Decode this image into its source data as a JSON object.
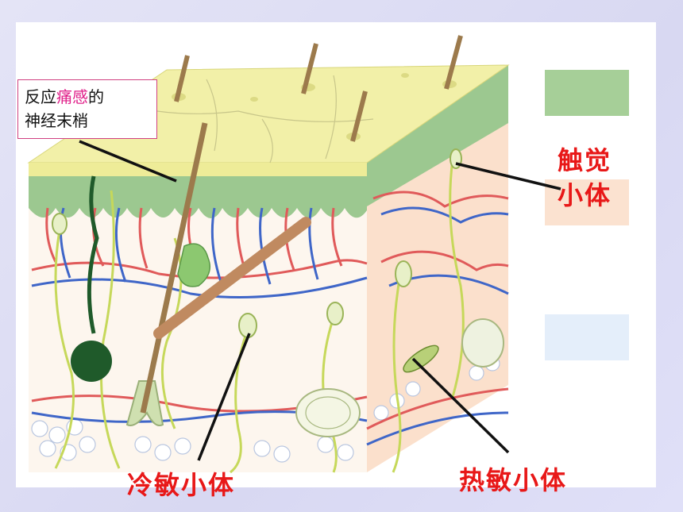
{
  "labels": {
    "pain_prefix": "反应",
    "pain_highlight": "痛感",
    "pain_suffix": "的",
    "pain_line2": "神经末梢",
    "touch_line1": "触觉",
    "touch_line2": "小体",
    "cold": "冷敏小体",
    "heat": "热敏小体"
  },
  "colors": {
    "label_red": "#e81818",
    "highlight_pink": "#e0208a",
    "epidermis": "#f2f0a8",
    "dermis_green": "#9cc890",
    "dermis_peach": "#fbe0cc",
    "legend_green": "#a6cf98",
    "legend_peach": "#fbe2d0",
    "legend_blue": "#e4eefa"
  }
}
